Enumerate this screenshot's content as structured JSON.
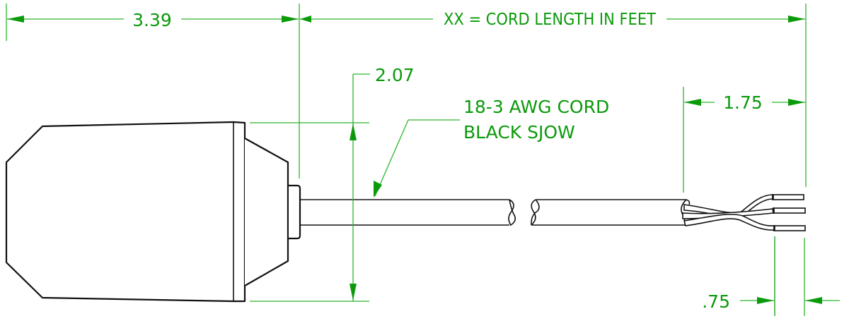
{
  "drawing": {
    "title": "Cord assembly dimension drawing",
    "colors": {
      "dimension": "#0a9a0a",
      "outline": "#111111",
      "background": "#ffffff"
    },
    "dimensions": {
      "body_length": "3.39",
      "cord_length": "XX = CORD LENGTH IN FEET",
      "body_diameter": "2.07",
      "jacket_strip": "1.75",
      "conductor_strip": ".75"
    },
    "callouts": {
      "cord_line1": "18-3 AWG CORD",
      "cord_line2": "BLACK SJOW"
    }
  }
}
